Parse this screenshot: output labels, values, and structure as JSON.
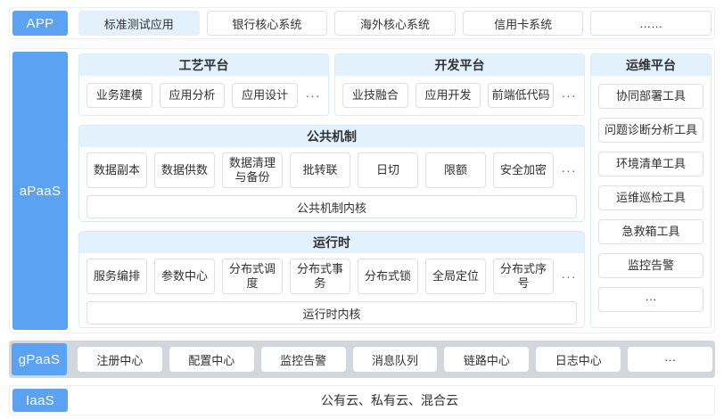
{
  "colors": {
    "accent_blue": "#5BA2F3",
    "light_blue": "#E3F1FC",
    "gray_band": "#D3D6DC",
    "box_border": "#DCDFE4",
    "panel_border": "#D9ECF9"
  },
  "layers": {
    "app": {
      "label": "APP",
      "items": [
        "标准测试应用",
        "银行核心系统",
        "海外核心系统",
        "信用卡系统",
        "……"
      ],
      "selected_index": 0
    },
    "apaas": {
      "label": "aPaaS",
      "panels": {
        "process": {
          "title": "工艺平台",
          "items": [
            "业务建模",
            "应用分析",
            "应用设计"
          ],
          "more": "···"
        },
        "dev": {
          "title": "开发平台",
          "items": [
            "业技融合",
            "应用开发",
            "前端低代码"
          ],
          "more": "···"
        },
        "ops": {
          "title": "运维平台",
          "items": [
            "协同部署工具",
            "问题诊断分析工具",
            "环境清单工具",
            "运维巡检工具",
            "急救箱工具",
            "监控告警",
            "···"
          ]
        },
        "common": {
          "title": "公共机制",
          "items": [
            "数据副本",
            "数据供数",
            "数据清理与备份",
            "批转联",
            "日切",
            "限额",
            "安全加密"
          ],
          "more": "···",
          "kernel": "公共机制内核"
        },
        "runtime": {
          "title": "运行时",
          "items": [
            "服务编排",
            "参数中心",
            "分布式调度",
            "分布式事务",
            "分布式锁",
            "全局定位",
            "分布式序号"
          ],
          "more": "···",
          "kernel": "运行时内核"
        }
      }
    },
    "gpaas": {
      "label": "gPaaS",
      "items": [
        "注册中心",
        "配置中心",
        "监控告警",
        "消息队列",
        "链路中心",
        "日志中心",
        "···"
      ]
    },
    "iaas": {
      "label": "IaaS",
      "content": "公有云、私有云、混合云"
    }
  }
}
